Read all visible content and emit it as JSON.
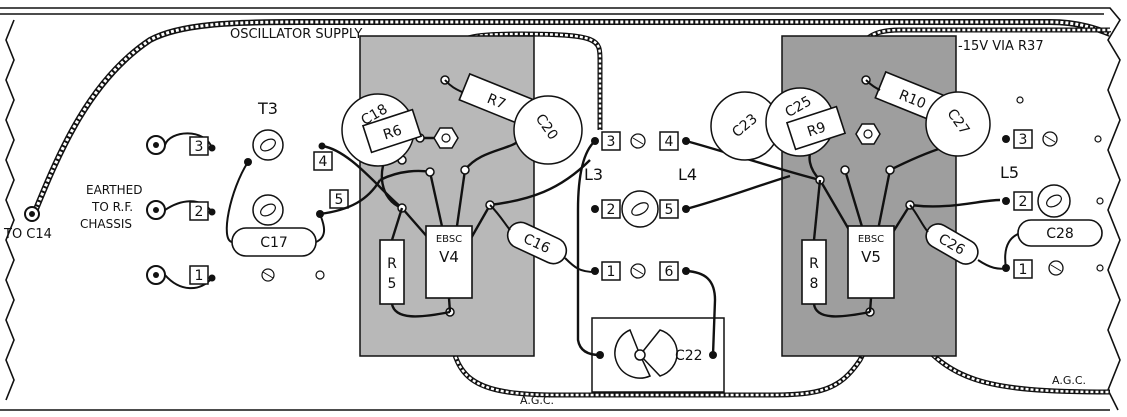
{
  "labels": {
    "oscillator_supply": "OSCILLATOR SUPPLY",
    "neg15v": "-15V VIA R37",
    "to_c14": "TO C14",
    "earthed_1": "EARTHED",
    "earthed_2": "TO R.F.",
    "earthed_3": "CHASSIS",
    "agc_left": "A.G.C.",
    "agc_right": "A.G.C.",
    "t3": "T3",
    "l3": "L3",
    "l4": "L4",
    "l5": "L5"
  },
  "terminals": {
    "t3_3": "3",
    "t3_2": "2",
    "t3_1": "1",
    "t3_4": "4",
    "t3_5": "5",
    "l3_3": "3",
    "l3_2": "2",
    "l3_1": "1",
    "l4_4": "4",
    "l4_5": "5",
    "l4_6": "6",
    "l5_3": "3",
    "l5_2": "2",
    "l5_1": "1"
  },
  "components": {
    "c17": "C17",
    "c18": "C18",
    "r6": "R6",
    "r7": "R7",
    "c20": "C20",
    "r5": "R5",
    "c16": "C16",
    "v4_type": "EBSC",
    "v4": "V4",
    "c22": "C22",
    "c23": "C23",
    "c25": "C25",
    "r9": "R9",
    "r10": "R10",
    "c27": "C27",
    "r8": "R8",
    "c26": "C26",
    "v5_type": "EBSC",
    "v5": "V5",
    "c28": "C28"
  },
  "colors": {
    "ink": "#111111",
    "screen_plate": "#b8b8b8",
    "paper": "#ffffff"
  }
}
